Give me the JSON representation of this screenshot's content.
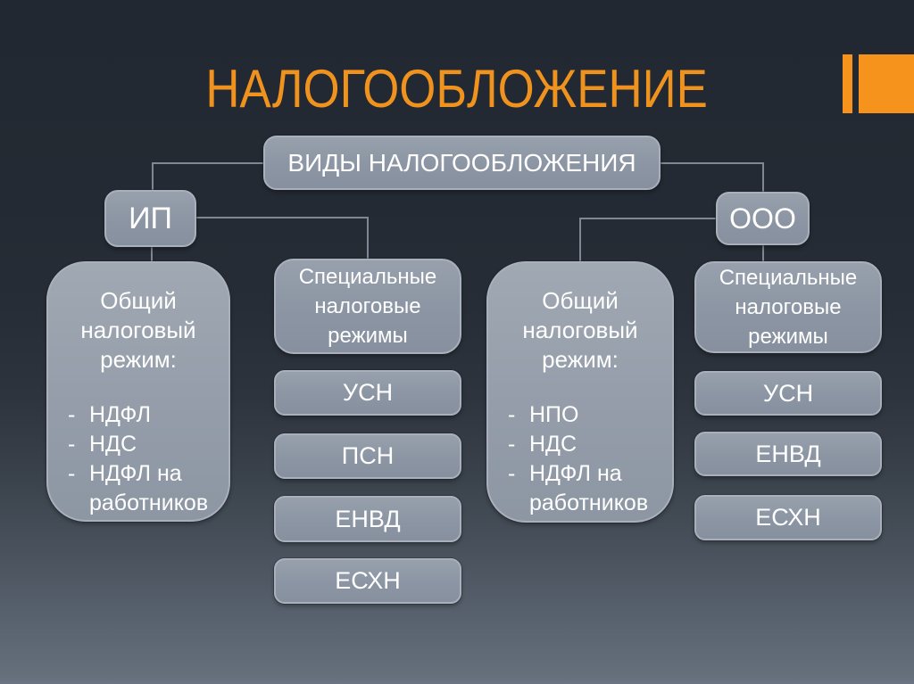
{
  "slide": {
    "title": "НАЛОГООБЛОЖЕНИЕ"
  },
  "ui": {
    "list_marker": "-"
  },
  "colors": {
    "accent_orange": "#F6931D",
    "title_orange": "#F0921E",
    "box_fill": "#8C96A4",
    "box_border": "#A9B0BB",
    "connector_line": "#7E8793",
    "background_top": "#242A33",
    "background_bottom": "#6C7583",
    "text": "#FFFFFF"
  },
  "diagram": {
    "root_label": "ВИДЫ НАЛОГООБЛОЖЕНИЯ",
    "branches": [
      {
        "label": "ИП",
        "general": {
          "heading": "Общий налоговый режим:",
          "items": [
            "НДФЛ",
            "НДС",
            "НДФЛ на работников"
          ]
        },
        "special": {
          "heading": "Специальные налоговые режимы",
          "items": [
            "УСН",
            "ПСН",
            "ЕНВД",
            "ЕСХН"
          ]
        }
      },
      {
        "label": "ООО",
        "general": {
          "heading": "Общий налоговый режим:",
          "items": [
            "НПО",
            "НДС",
            "НДФЛ на работников"
          ]
        },
        "special": {
          "heading": "Специальные налоговые режимы",
          "items": [
            "УСН",
            "ЕНВД",
            "ЕСХН"
          ]
        }
      }
    ]
  }
}
